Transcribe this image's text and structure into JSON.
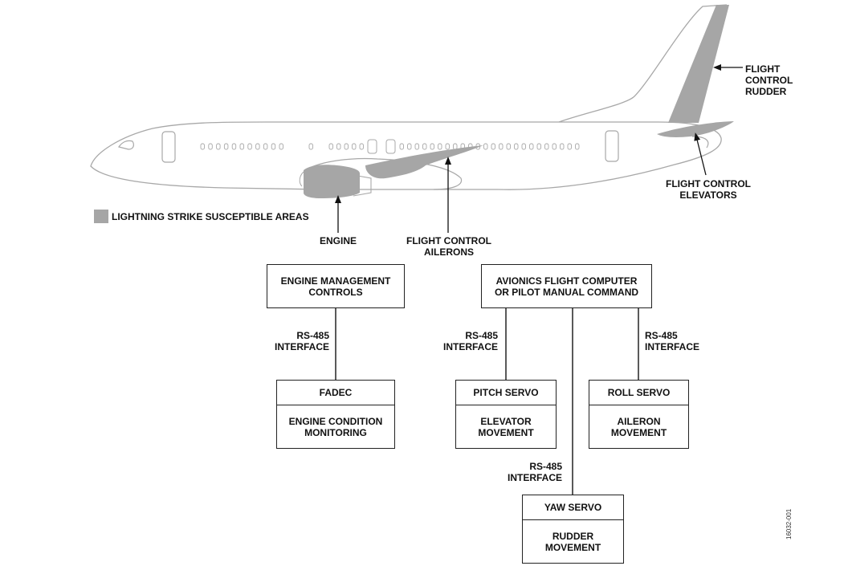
{
  "colors": {
    "susceptible_fill": "#a6a6a6",
    "outline": "#a8a8a8",
    "line": "#222222"
  },
  "legend": {
    "label": "LIGHTNING STRIKE SUSCEPTIBLE AREAS"
  },
  "aircraft_labels": {
    "rudder": "FLIGHT\nCONTROL\nRUDDER",
    "elevators": "FLIGHT CONTROL\nELEVATORS",
    "engine": "ENGINE",
    "ailerons": "FLIGHT CONTROL\nAILERONS"
  },
  "blocks": {
    "engine_mgmt": "ENGINE MANAGEMENT\nCONTROLS",
    "avionics": "AVIONICS FLIGHT COMPUTER\nOR PILOT MANUAL COMMAND",
    "fadec": {
      "title": "FADEC",
      "body": "ENGINE CONDITION\nMONITORING"
    },
    "pitch": {
      "title": "PITCH SERVO",
      "body": "ELEVATOR\nMOVEMENT"
    },
    "roll": {
      "title": "ROLL SERVO",
      "body": "AILERON\nMOVEMENT"
    },
    "yaw": {
      "title": "YAW SERVO",
      "body": "RUDDER\nMOVEMENT"
    }
  },
  "interfaces": {
    "engine": "RS-485\nINTERFACE",
    "pitch": "RS-485\nINTERFACE",
    "roll": "RS-485\nINTERFACE",
    "yaw": "RS-485\nINTERFACE"
  },
  "figure_code": "16032-001"
}
